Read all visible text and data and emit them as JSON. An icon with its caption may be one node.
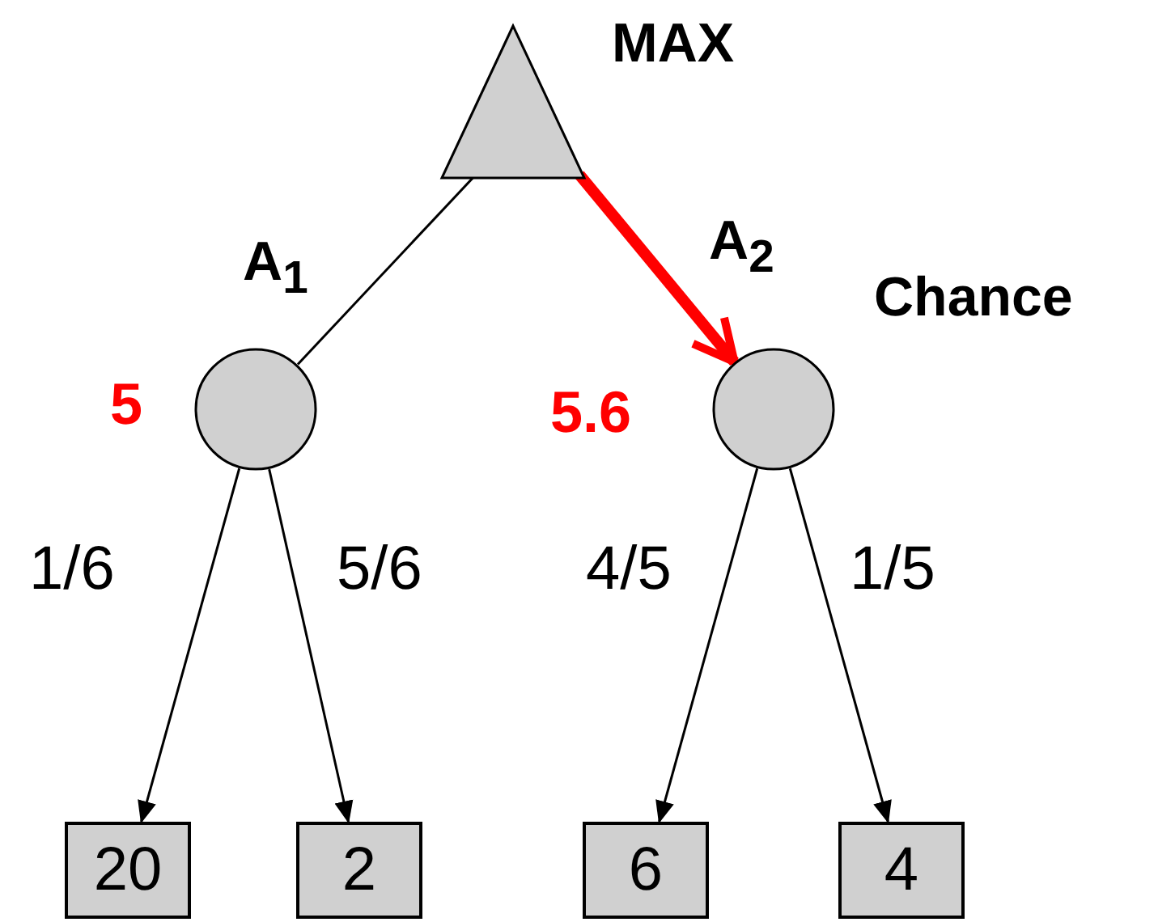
{
  "diagram": {
    "nodes": [
      {
        "text": [],
        "shape": "triangle",
        "beside": [
          "MAX"
        ]
      },
      {
        "text": [],
        "shape": "circle",
        "beside": [
          "5"
        ]
      },
      {
        "text": [],
        "shape": "circle",
        "beside": [
          "5.6"
        ]
      },
      {
        "text": [
          "20"
        ]
      },
      {
        "text": [
          "2"
        ]
      },
      {
        "text": [
          "6"
        ]
      },
      {
        "text": [
          "4"
        ]
      }
    ],
    "edges": [
      {
        "from": 0,
        "to": 1,
        "arrow": "none",
        "label": "A$_{1}$"
      },
      {
        "from": 0,
        "to": 2,
        "arrow": "to",
        "label": "A$_{2}$",
        "style": "thick",
        "color": "#ff0000"
      },
      {
        "from": 1,
        "to": 3,
        "arrow": "to",
        "label": "1/6"
      },
      {
        "from": 1,
        "to": 4,
        "arrow": "to",
        "label": "5/6"
      },
      {
        "from": 2,
        "to": 5,
        "arrow": "to",
        "label": "4/5"
      },
      {
        "from": 2,
        "to": 6,
        "arrow": "to",
        "label": "1/5"
      }
    ],
    "labels": [
      "Chance"
    ]
  }
}
